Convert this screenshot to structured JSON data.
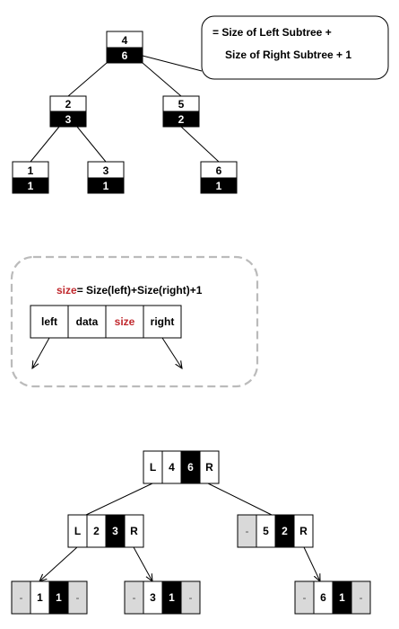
{
  "colors": {
    "black": "#000000",
    "white": "#ffffff",
    "gray": "#d9d9d9",
    "red": "#c0282d",
    "dash": "#bbbbbb"
  },
  "top_tree": {
    "nodes": [
      {
        "id": "n4",
        "data": "4",
        "size": "6"
      },
      {
        "id": "n2",
        "data": "2",
        "size": "3"
      },
      {
        "id": "n5",
        "data": "5",
        "size": "2"
      },
      {
        "id": "n1",
        "data": "1",
        "size": "1"
      },
      {
        "id": "n3",
        "data": "3",
        "size": "1"
      },
      {
        "id": "n6",
        "data": "6",
        "size": "1"
      }
    ],
    "callout": {
      "line1": "= Size of Left Subtree +",
      "line2": "Size of Right Subtree + 1"
    }
  },
  "legend": {
    "formula_key": "size",
    "formula_rest": "= Size(left)+Size(right)+1",
    "cells": [
      "left",
      "data",
      "size",
      "right"
    ]
  },
  "bottom_tree": {
    "nodes": [
      {
        "id": "b4",
        "left": "L",
        "data": "4",
        "size": "6",
        "right": "R"
      },
      {
        "id": "b2",
        "left": "L",
        "data": "2",
        "size": "3",
        "right": "R"
      },
      {
        "id": "b5",
        "left": "-",
        "data": "5",
        "size": "2",
        "right": "R"
      },
      {
        "id": "b1",
        "left": "-",
        "data": "1",
        "size": "1",
        "right": "-"
      },
      {
        "id": "b3",
        "left": "-",
        "data": "3",
        "size": "1",
        "right": "-"
      },
      {
        "id": "b6",
        "left": "-",
        "data": "6",
        "size": "1",
        "right": "-"
      }
    ]
  }
}
